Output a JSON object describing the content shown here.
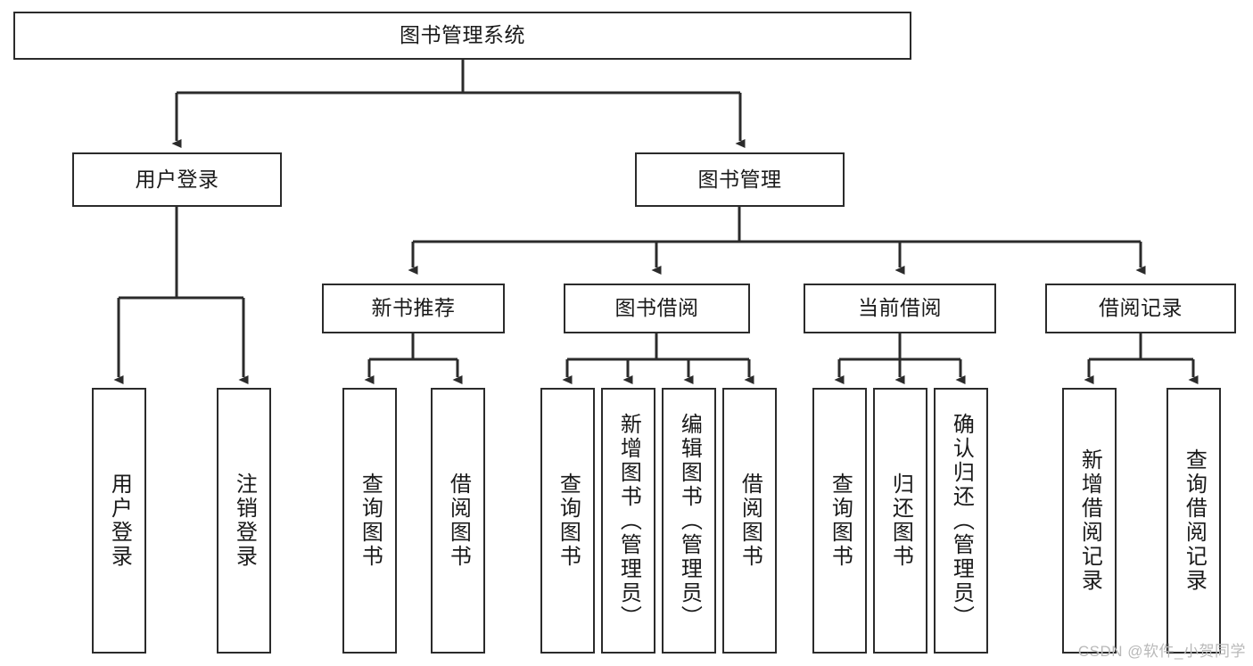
{
  "diagram": {
    "title": "图书管理系统",
    "type": "hierarchy-tree",
    "root": {
      "id": "root",
      "label": "图书管理系统"
    },
    "level2": [
      {
        "id": "user-login",
        "label": "用户登录"
      },
      {
        "id": "book-manage",
        "label": "图书管理"
      }
    ],
    "level3": [
      {
        "id": "new-book-recommend",
        "label": "新书推荐",
        "parent": "book-manage"
      },
      {
        "id": "book-borrow",
        "label": "图书借阅",
        "parent": "book-manage"
      },
      {
        "id": "current-borrow",
        "label": "当前借阅",
        "parent": "book-manage"
      },
      {
        "id": "borrow-record",
        "label": "借阅记录",
        "parent": "book-manage"
      }
    ],
    "leaves": [
      {
        "id": "leaf-user-login",
        "label": "用户登录",
        "parent": "user-login"
      },
      {
        "id": "leaf-logout",
        "label": "注销登录",
        "parent": "user-login"
      },
      {
        "id": "leaf-query-book-1",
        "label": "查询图书",
        "parent": "new-book-recommend"
      },
      {
        "id": "leaf-borrow-book-1",
        "label": "借阅图书",
        "parent": "new-book-recommend"
      },
      {
        "id": "leaf-query-book-2",
        "label": "查询图书",
        "parent": "book-borrow"
      },
      {
        "id": "leaf-add-book",
        "label": "新增图书（管理员）",
        "parent": "book-borrow"
      },
      {
        "id": "leaf-edit-book",
        "label": "编辑图书（管理员）",
        "parent": "book-borrow"
      },
      {
        "id": "leaf-borrow-book-2",
        "label": "借阅图书",
        "parent": "book-borrow"
      },
      {
        "id": "leaf-query-book-3",
        "label": "查询图书",
        "parent": "current-borrow"
      },
      {
        "id": "leaf-return-book",
        "label": "归还图书",
        "parent": "current-borrow"
      },
      {
        "id": "leaf-confirm-return",
        "label": "确认归还（管理员）",
        "parent": "current-borrow"
      },
      {
        "id": "leaf-add-record",
        "label": "新增借阅记录",
        "parent": "borrow-record"
      },
      {
        "id": "leaf-query-record",
        "label": "查询借阅记录",
        "parent": "borrow-record"
      }
    ],
    "colors": {
      "stroke": "#2b2b2b",
      "fill": "#ffffff",
      "text": "#1a1a1a",
      "watermark": "#b9b9b9"
    }
  },
  "watermark": {
    "text": "CSDN @软件_小贺同学"
  }
}
